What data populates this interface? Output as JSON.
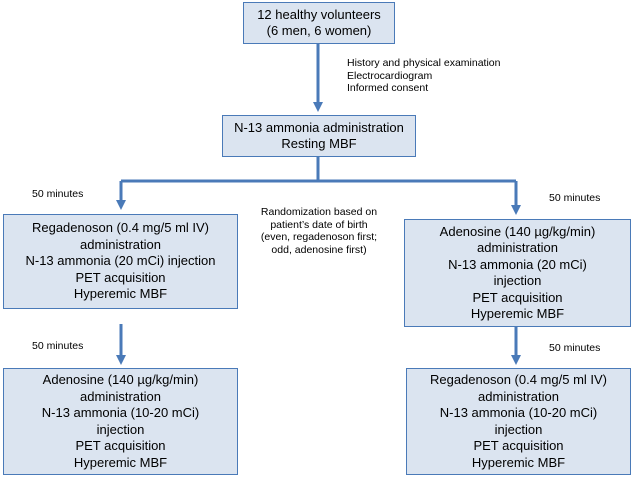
{
  "colors": {
    "box_fill": "#dbe4f0",
    "box_border": "#4a7ab8",
    "arrow": "#4a7ab8"
  },
  "top_box": {
    "lines": [
      "12 healthy volunteers",
      "(6 men, 6 women)"
    ]
  },
  "screening_note": {
    "lines": [
      "History and physical examination",
      "Electrocardiogram",
      "Informed consent"
    ]
  },
  "rest_box": {
    "lines": [
      "N-13 ammonia administration",
      "Resting MBF"
    ]
  },
  "randomization_note": {
    "lines": [
      "Randomization based on",
      "patient’s date of birth",
      "(even, regadenoson first;",
      "odd, adenosine first)"
    ]
  },
  "left_first": {
    "delay": "50 minutes",
    "lines": [
      "Regadenoson (0.4 mg/5 ml IV)",
      "administration",
      "N-13 ammonia (20 mCi) injection",
      "PET acquisition",
      "Hyperemic MBF"
    ]
  },
  "left_second": {
    "delay": "50 minutes",
    "lines": [
      "Adenosine (140 µg/kg/min)",
      "administration",
      "N-13 ammonia (10-20 mCi)",
      "injection",
      "PET acquisition",
      "Hyperemic MBF"
    ]
  },
  "right_first": {
    "delay": "50 minutes",
    "lines": [
      "Adenosine (140 µg/kg/min)",
      "administration",
      "N-13 ammonia (20 mCi)",
      "injection",
      "PET acquisition",
      "Hyperemic MBF"
    ]
  },
  "right_second": {
    "delay": "50 minutes",
    "lines": [
      "Regadenoson (0.4 mg/5 ml IV)",
      "administration",
      "N-13 ammonia (10-20 mCi)",
      "injection",
      "PET acquisition",
      "Hyperemic MBF"
    ]
  }
}
